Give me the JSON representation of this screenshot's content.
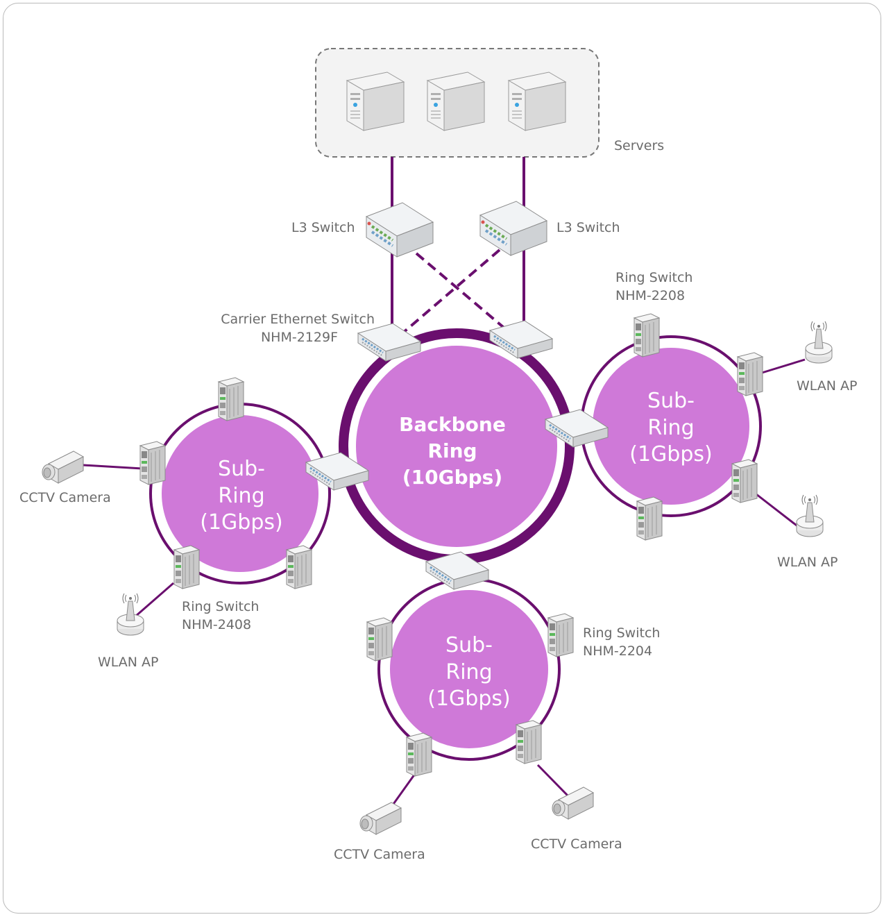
{
  "labels": {
    "servers": "Servers",
    "l3_left": "L3 Switch",
    "l3_right": "L3 Switch",
    "ces_line1": "Carrier Ethernet Switch",
    "ces_line2": "NHM-2129F",
    "rs2208_line1": "Ring Switch",
    "rs2208_line2": "NHM-2208",
    "rs2408_line1": "Ring Switch",
    "rs2408_line2": "NHM-2408",
    "rs2204_line1": "Ring Switch",
    "rs2204_line2": "NHM-2204",
    "wlan_right_top": "WLAN AP",
    "wlan_right_bottom": "WLAN AP",
    "wlan_left": "WLAN AP",
    "cctv_left": "CCTV Camera",
    "cctv_bottom_left": "CCTV Camera",
    "cctv_bottom_right": "CCTV Camera"
  },
  "rings": {
    "backbone": {
      "line1": "Backbone",
      "line2": "Ring",
      "line3": "(10Gbps)"
    },
    "left": {
      "line1": "Sub-",
      "line2": "Ring",
      "line3": "(1Gbps)"
    },
    "right": {
      "line1": "Sub-",
      "line2": "Ring",
      "line3": "(1Gbps)"
    },
    "bottom": {
      "line1": "Sub-",
      "line2": "Ring",
      "line3": "(1Gbps)"
    }
  },
  "colors": {
    "ring_fill": "#cf79d8",
    "ring_line": "#6a0f6e",
    "label_text": "#6b6b6b"
  }
}
